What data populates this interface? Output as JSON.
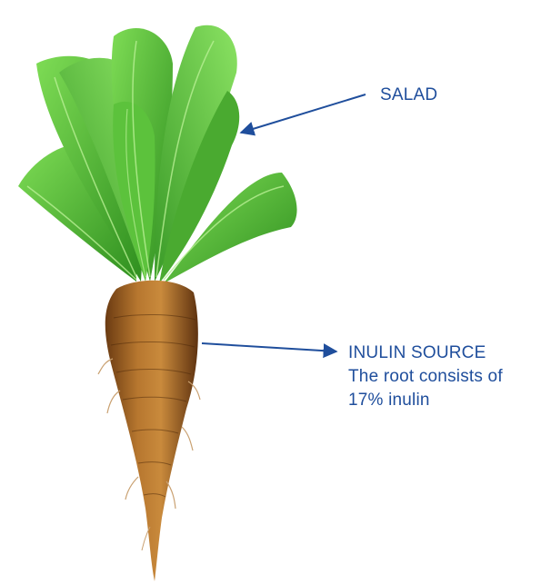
{
  "labels": {
    "salad": "SALAD",
    "inulin_source": "INULIN SOURCE",
    "root_line_1": "The root consists of",
    "root_line_2": "17% inulin"
  },
  "colors": {
    "label_text": "#1f4e9c",
    "arrow": "#1f4e9c",
    "leaf_light": "#6fd34a",
    "leaf_dark": "#2f8f1f",
    "root_light": "#c98a3c",
    "root_dark": "#6b3b12"
  }
}
